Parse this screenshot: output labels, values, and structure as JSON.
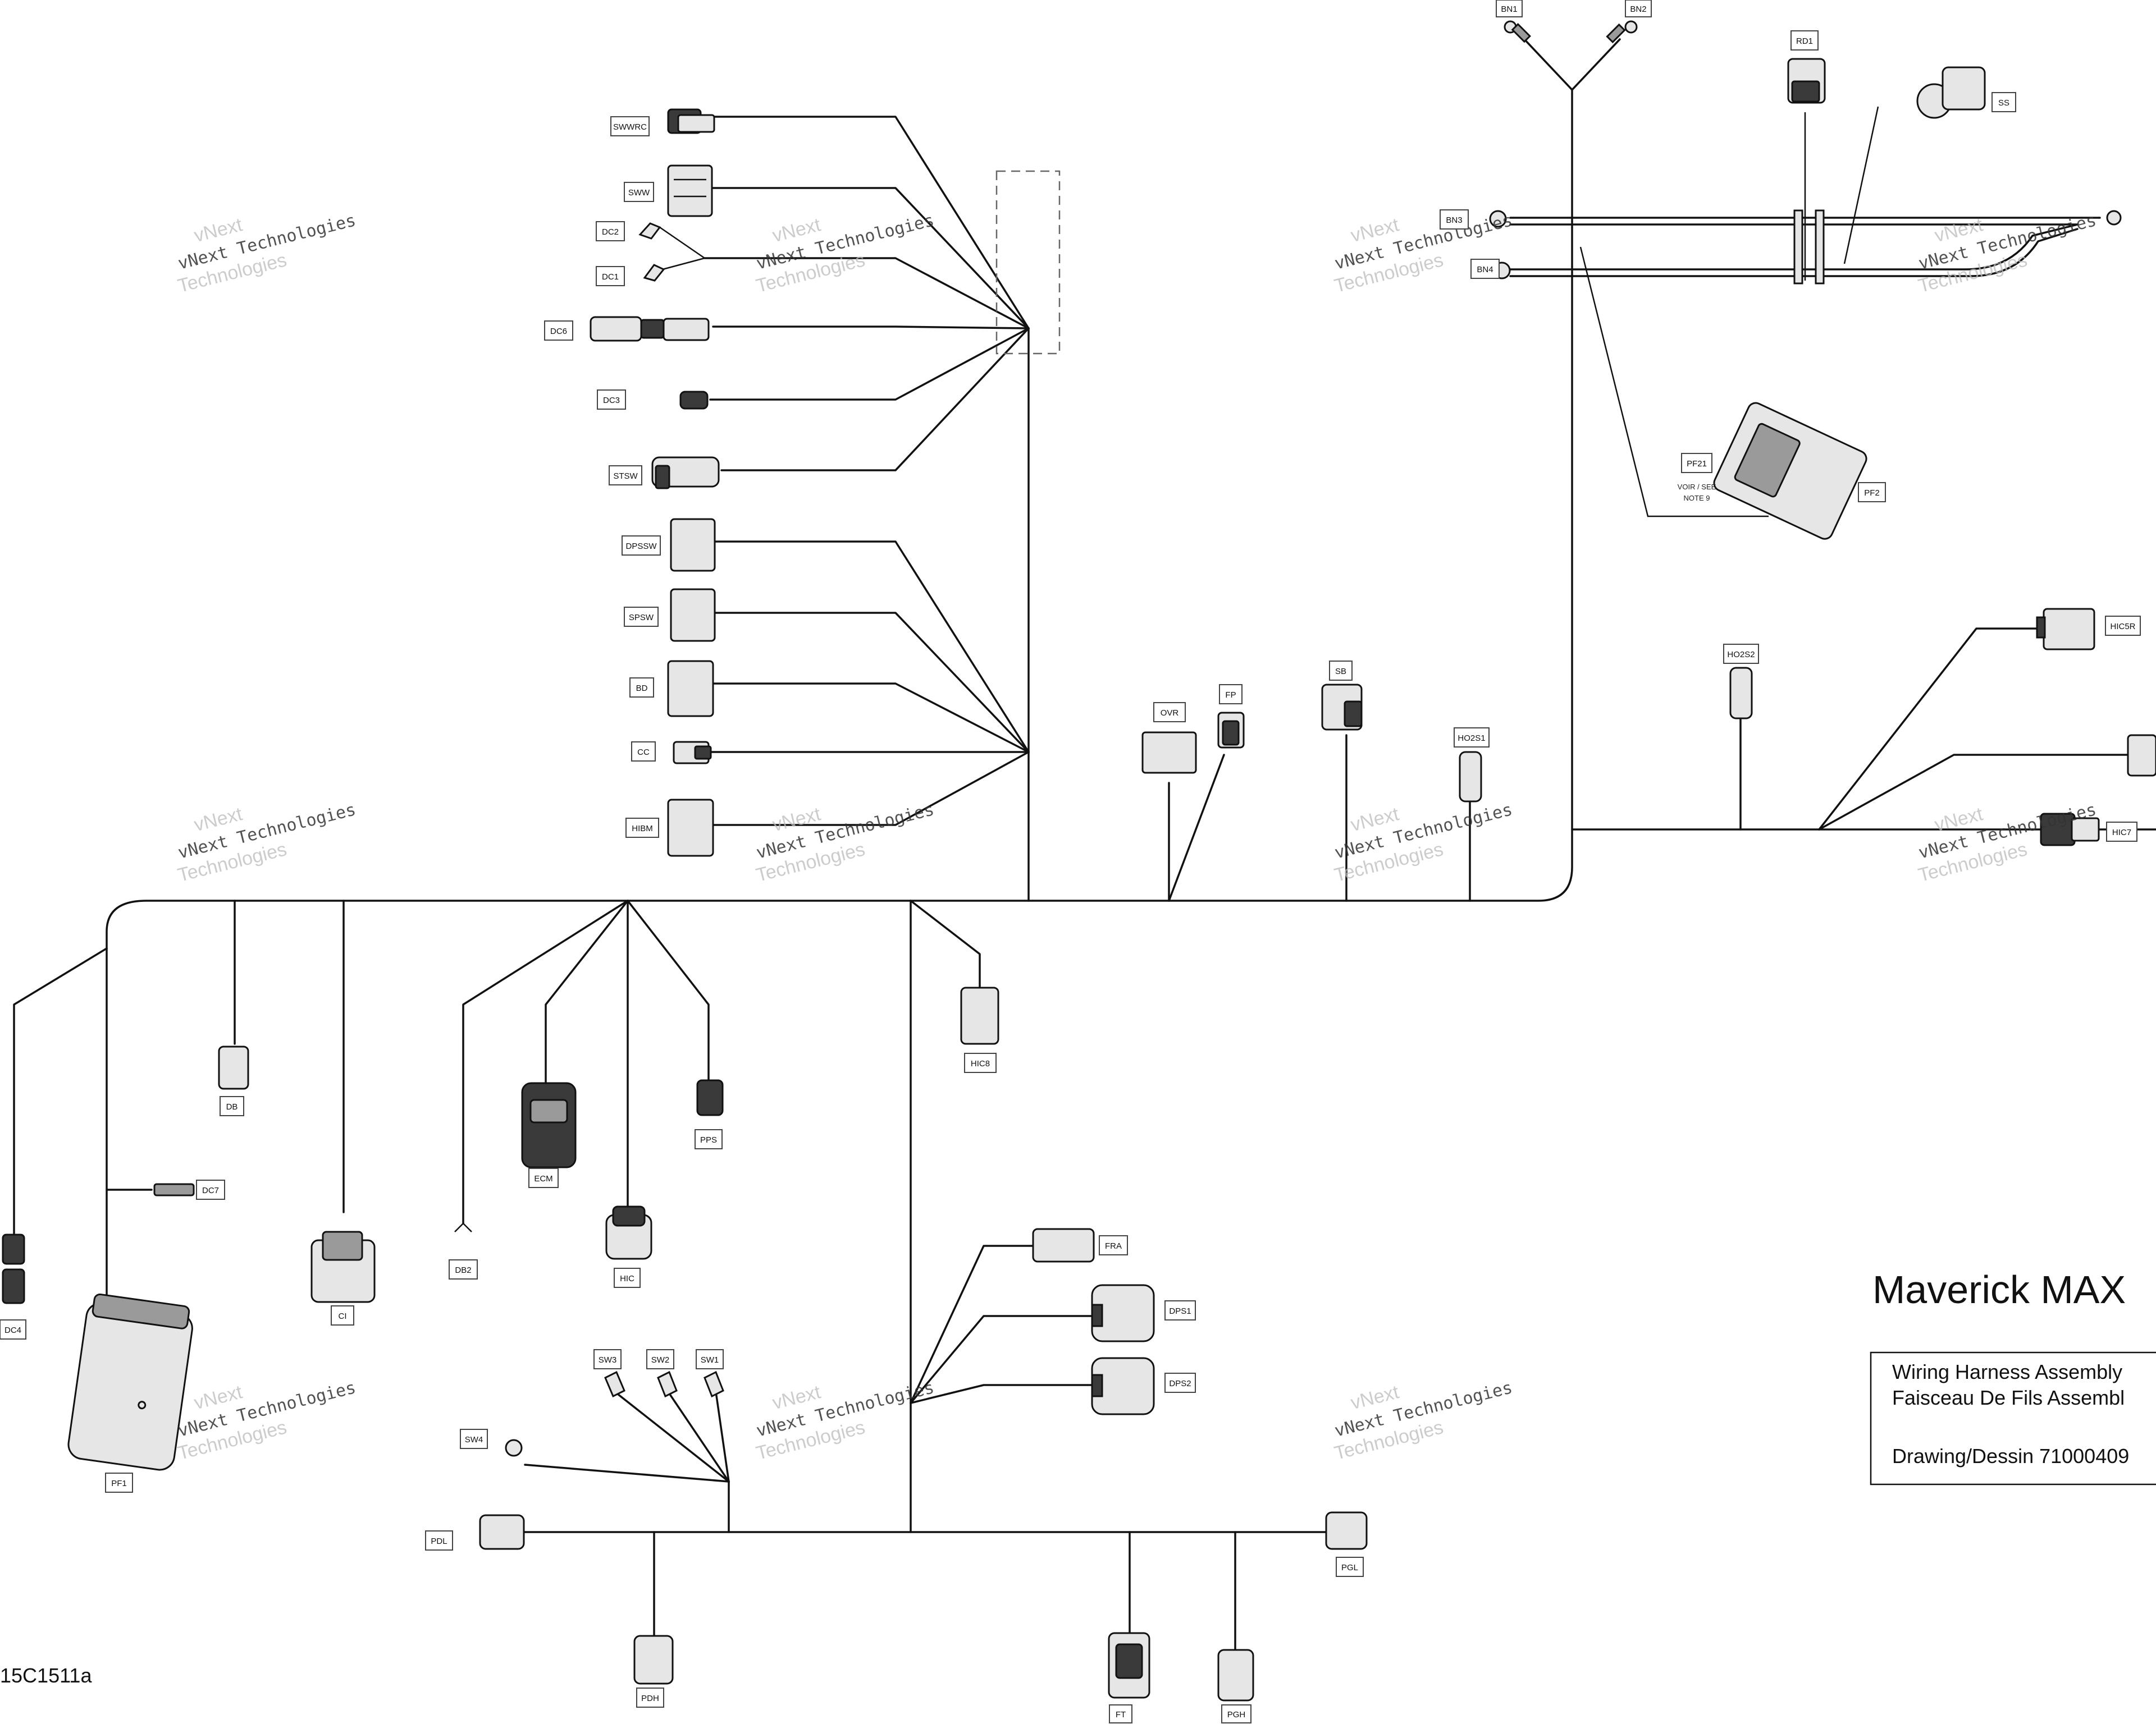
{
  "title": "Maverick MAX",
  "title_block": {
    "line1": "Wiring Harness Assembly",
    "line2": "Faisceau De Fils Assembl",
    "line3": "Drawing/Dessin 71000409"
  },
  "figure_id": "15C1511a",
  "note": {
    "line1": "VOIR / SEE",
    "line2": "NOTE 9"
  },
  "watermark": {
    "top": "vNext",
    "middle": "vNext Technologies",
    "bottom": "Technologies"
  },
  "connectors": {
    "SWWRC": "SWWRC",
    "SWW": "SWW",
    "DC2": "DC2",
    "DC1": "DC1",
    "DC6": "DC6",
    "DC3": "DC3",
    "STSW": "STSW",
    "DPSSW": "DPSSW",
    "SPSW": "SPSW",
    "BD": "BD",
    "CC": "CC",
    "HIBM": "HIBM",
    "OVR": "OVR",
    "FP": "FP",
    "SB": "SB",
    "HO2S1": "HO2S1",
    "HO2S2": "HO2S2",
    "HIC5R": "HIC5R",
    "HIC7": "HIC7",
    "PF21": "PF21",
    "PF2": "PF2",
    "BN1": "BN1",
    "BN2": "BN2",
    "BN3": "BN3",
    "BN4": "BN4",
    "RD1": "RD1",
    "SS": "SS",
    "DB": "DB",
    "DC7": "DC7",
    "DC4": "DC4",
    "PF1": "PF1",
    "CI": "CI",
    "DB2": "DB2",
    "ECM": "ECM",
    "HIC": "HIC",
    "PPS": "PPS",
    "HIC8": "HIC8",
    "FRA": "FRA",
    "DPS1": "DPS1",
    "DPS2": "DPS2",
    "SW3": "SW3",
    "SW2": "SW2",
    "SW1": "SW1",
    "SW4": "SW4",
    "PDL": "PDL",
    "PDH": "PDH",
    "FT": "FT",
    "PGH": "PGH",
    "PGL": "PGL"
  }
}
